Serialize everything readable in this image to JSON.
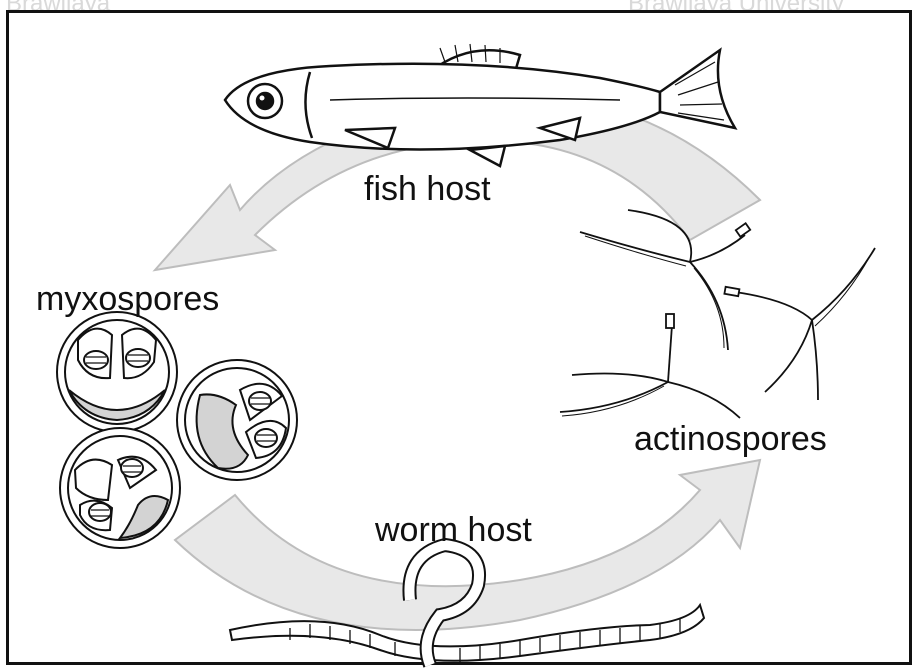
{
  "watermark": {
    "left": "Brawijaya",
    "right": "Brawijaya University"
  },
  "labels": {
    "fish_host": "fish host",
    "myxospores": "myxospores",
    "actinospores": "actinospores",
    "worm_host": "worm host"
  },
  "colors": {
    "arrow_fill": "#e8e8e8",
    "arrow_stroke": "#bdbdbd",
    "ink": "#111111",
    "spore_fill": "#d3d3d3"
  }
}
